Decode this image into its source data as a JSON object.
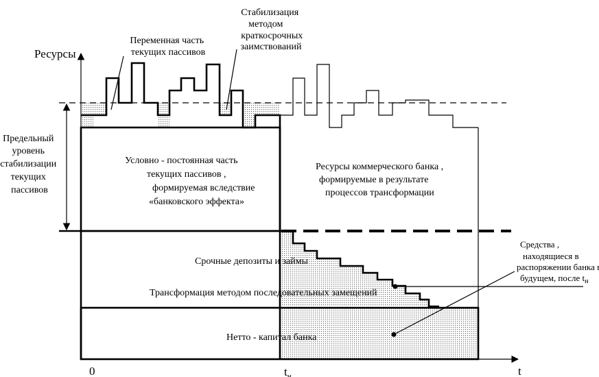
{
  "axes": {
    "y_label": "Ресурсы",
    "x_label": "t",
    "origin_label": "0",
    "th_main": "t",
    "th_sub": "н"
  },
  "labels": {
    "stab_title": [
      "Стабилизация",
      "методом",
      "краткосрочных",
      "заимствований"
    ],
    "variable_part": [
      "Переменная часть",
      "текущих пассивов"
    ],
    "limit_level": [
      "Предельный",
      "уровень",
      "стабилизации",
      "текущих",
      "пассивов"
    ],
    "constant_part": [
      "Условно  -  постоянная часть",
      "текущих пассивов ,",
      "формируемая вследствие",
      "«банковского эффекта»"
    ],
    "bank_resources": [
      "Ресурсы коммерческого банка ,",
      "формируемые в результате",
      "процессов трансформации"
    ],
    "term_deposits": "Срочные депозиты и займы",
    "transformation": "Трансформация методом последовательных замещений",
    "net_capital": "Нетто -  капитал банка",
    "future_funds": [
      "Средства ,",
      "находящиеся в",
      "распоряжении банка в",
      "будущем,  после t"
    ],
    "future_funds_sub": "н"
  },
  "colors": {
    "line": "#000000",
    "shade": "#e4e4e4",
    "background": "#ffffff"
  }
}
